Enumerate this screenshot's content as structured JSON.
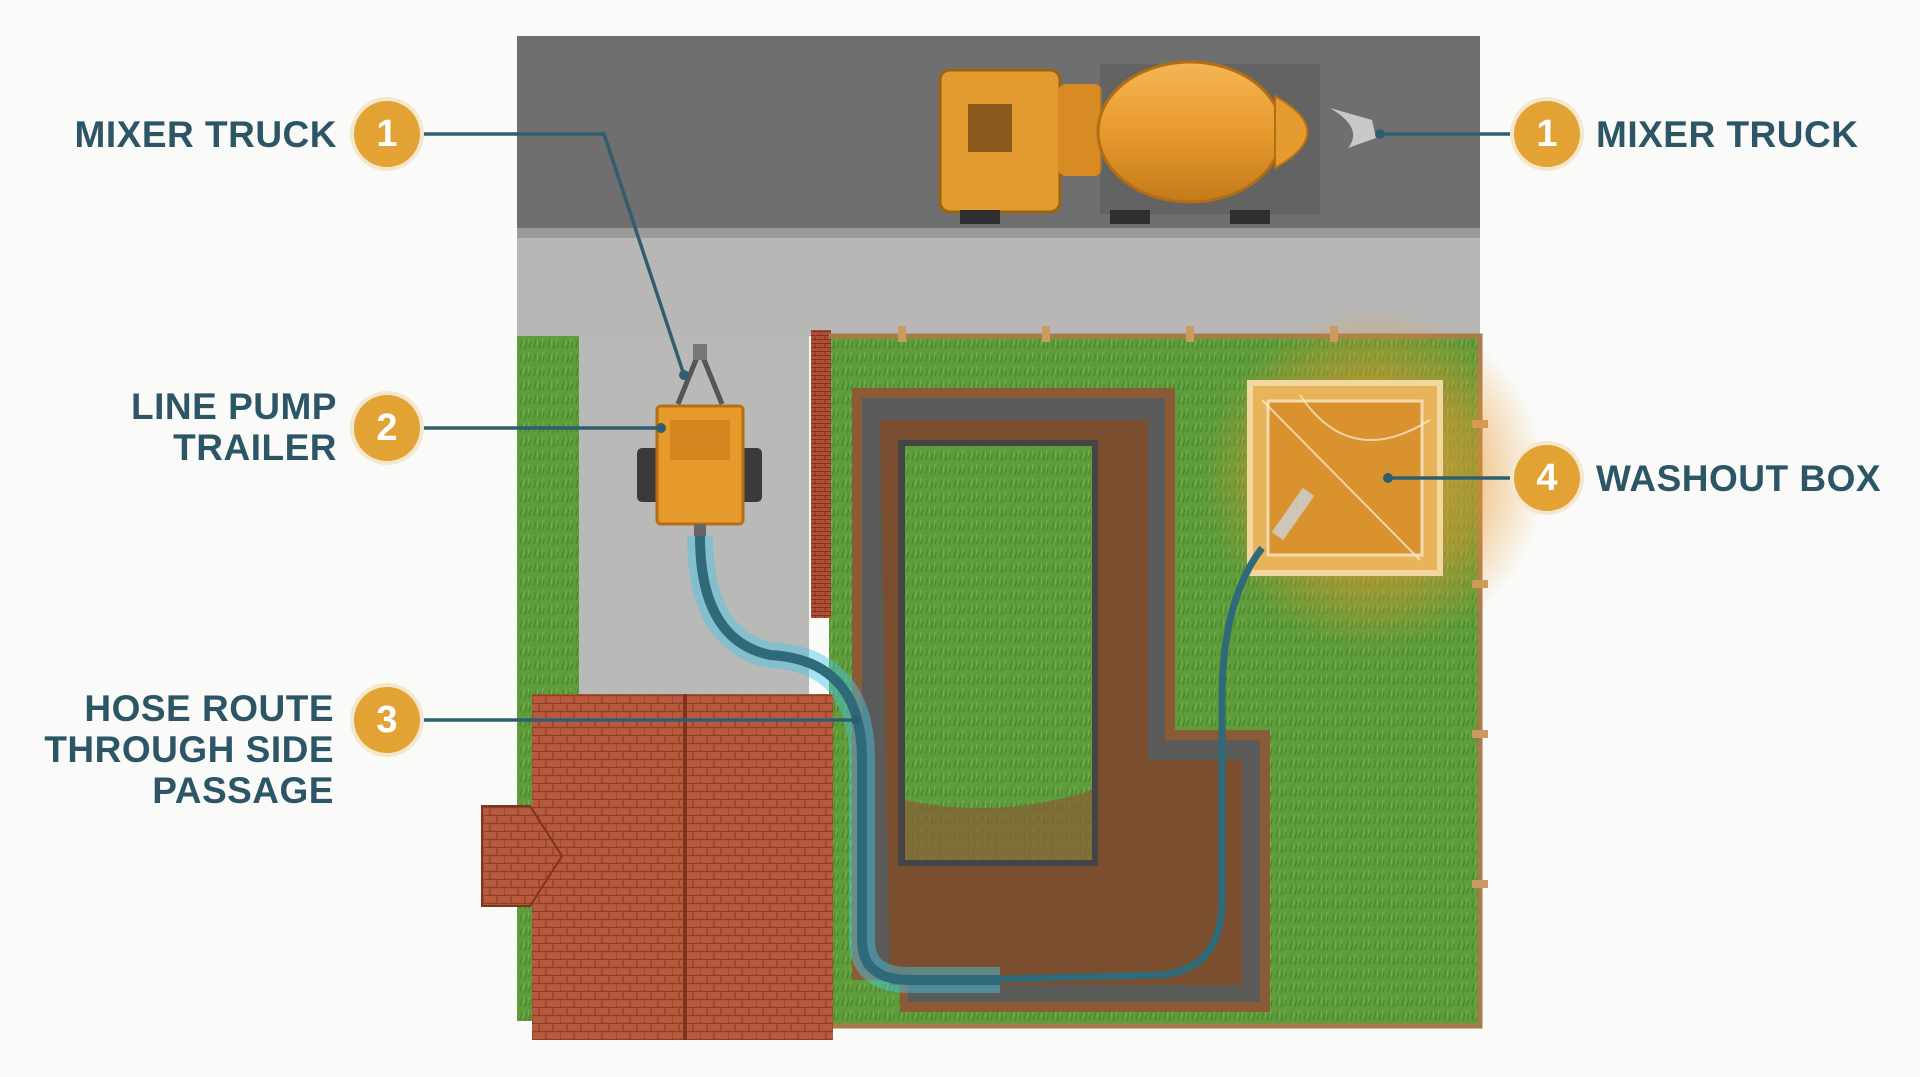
{
  "callouts": [
    {
      "id": "mixer-left",
      "number": "1",
      "lines": [
        "MIXER TRUCK"
      ]
    },
    {
      "id": "mixer-right",
      "number": "1",
      "lines": [
        "MIXER TRUCK"
      ]
    },
    {
      "id": "line-pump",
      "number": "2",
      "lines": [
        "LINE PUMP",
        "TRAILER"
      ]
    },
    {
      "id": "hose-route",
      "number": "3",
      "lines": [
        "HOSE ROUTE",
        "THROUGH SIDE",
        "PASSAGE"
      ]
    },
    {
      "id": "washout",
      "number": "4",
      "lines": [
        "WASHOUT BOX"
      ]
    }
  ],
  "colors": {
    "label_text": "#2c5566",
    "badge_fill": "#e2a234",
    "leader_line": "#2f5f6f",
    "road": "#737373",
    "sidewalk": "#b3b3b1",
    "grass": "#5e9a3a",
    "soil": "#8a5a35",
    "roof": "#b5553a",
    "equipment_orange": "#e39a2f",
    "hose": "#2f6a7a",
    "hose_glow": "#46c7e8"
  }
}
